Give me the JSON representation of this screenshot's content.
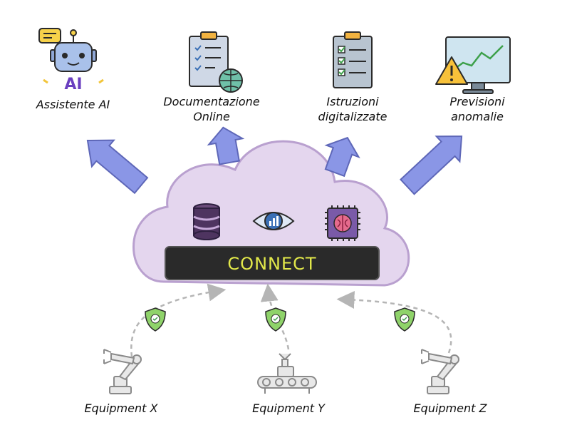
{
  "outputs": [
    {
      "lines": [
        "Assistente AI"
      ],
      "icon": "robot-ai-icon"
    },
    {
      "lines": [
        "Documentazione",
        "Online"
      ],
      "icon": "clipboard-globe-icon"
    },
    {
      "lines": [
        "Istruzioni",
        "digitalizzate"
      ],
      "icon": "checklist-icon"
    },
    {
      "lines": [
        "Previsioni",
        "anomalie"
      ],
      "icon": "monitor-warning-icon"
    }
  ],
  "platform": {
    "name": "CONNECT",
    "icons": [
      "database-icon",
      "eye-analytics-icon",
      "ai-chip-icon"
    ]
  },
  "robot_badge": "AI",
  "equipment": [
    {
      "label": "Equipment X",
      "icon": "robot-arm-icon"
    },
    {
      "label": "Equipment Y",
      "icon": "conveyor-icon"
    },
    {
      "label": "Equipment Z",
      "icon": "robot-arm-icon"
    }
  ],
  "security_icon": "security-shield-icon",
  "colors": {
    "cloud_fill": "#e4d6ee",
    "cloud_stroke": "#b9a0cf",
    "arrow_fill": "#8a96e6",
    "arrow_stroke": "#5e67b8",
    "bar_fill": "#2a2a2a",
    "connect_text": "#e2e84a",
    "shield_fill": "#8fd36a",
    "dashed_line": "#b5b5b5"
  }
}
